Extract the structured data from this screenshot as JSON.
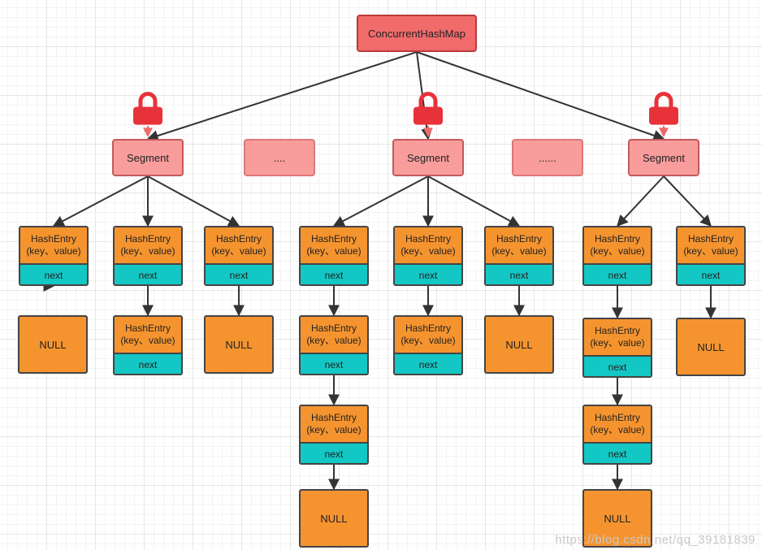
{
  "root": {
    "label": "ConcurrentHashMap"
  },
  "segments": [
    {
      "label": "Segment"
    },
    {
      "label": "...."
    },
    {
      "label": "Segment"
    },
    {
      "label": "......"
    },
    {
      "label": "Segment"
    }
  ],
  "entry": {
    "line1": "HashEntry",
    "line2": "(key、value)",
    "next": "next"
  },
  "null_label": "NULL",
  "lock_color": "#e8323a",
  "watermark": "https://blog.csdn.net/qq_39181839"
}
